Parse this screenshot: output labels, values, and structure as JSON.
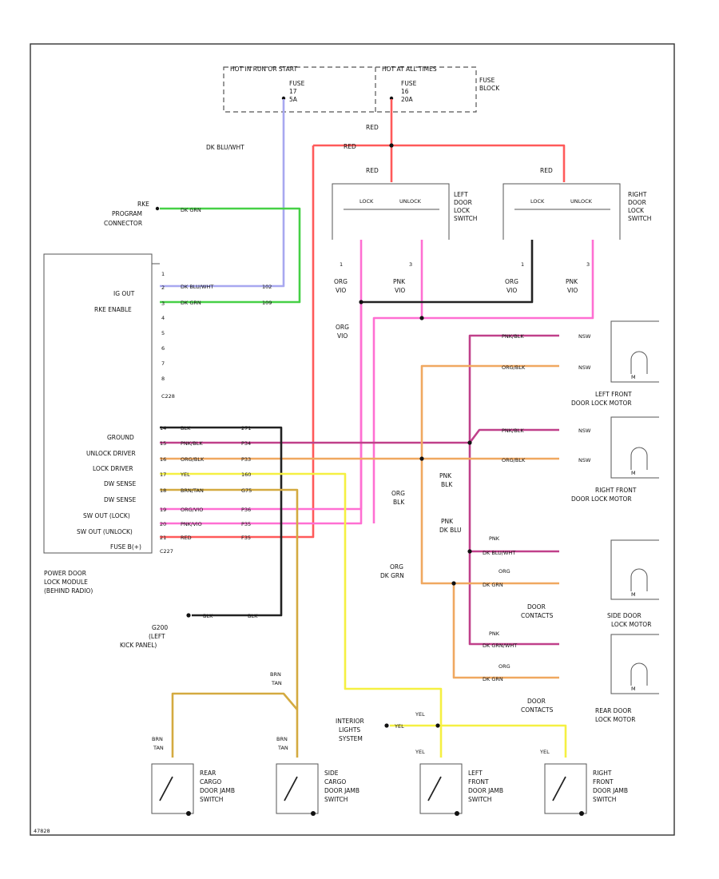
{
  "fuse_block": {
    "hot_run_start": "HOT IN RUN OR START",
    "hot_all_times": "HOT AT ALL TIMES",
    "fuse_17": [
      "FUSE",
      "17",
      "5A"
    ],
    "fuse_16": [
      "FUSE",
      "16",
      "20A"
    ],
    "label": [
      "FUSE",
      "BLOCK"
    ]
  },
  "switches": {
    "left_door_lock": [
      "LEFT",
      "DOOR",
      "LOCK",
      "SWITCH"
    ],
    "right_door_lock": [
      "RIGHT",
      "DOOR",
      "LOCK",
      "SWITCH"
    ],
    "lock": "LOCK",
    "unlock": "UNLOCK",
    "pin1": "1",
    "pin3": "3"
  },
  "rke_connector": [
    "RKE",
    "PROGRAM",
    "CONNECTOR"
  ],
  "module": {
    "upper_pins": [
      "1",
      "2",
      "3",
      "4",
      "5",
      "6",
      "7",
      "8"
    ],
    "upper_labels": {
      "ig_out": "IG OUT",
      "rke_enable": "RKE ENABLE"
    },
    "c_upper": "C228",
    "lower_labels": [
      "GROUND",
      "UNLOCK DRIVER",
      "LOCK DRIVER",
      "DW SENSE",
      "DW SENSE",
      "SW OUT (LOCK)",
      "SW OUT (UNLOCK)",
      "FUSE B(+)"
    ],
    "lower_pins": [
      "14",
      "15",
      "16",
      "17",
      "18",
      "19",
      "20",
      "21"
    ],
    "c_lower": "C227",
    "name": [
      "POWER DOOR",
      "LOCK MODULE",
      "(BEHIND RADIO)"
    ]
  },
  "module_wires": {
    "upper": [
      {
        "color": "DK BLU/WHT",
        "pin": "102"
      },
      {
        "color": "DK GRN",
        "pin": "109"
      }
    ],
    "lower": [
      {
        "color": "BLK",
        "pin": "271"
      },
      {
        "color": "PNK/BLK",
        "pin": "P34"
      },
      {
        "color": "ORG/BLK",
        "pin": "P33"
      },
      {
        "color": "YEL",
        "pin": "160"
      },
      {
        "color": "BRN/TAN",
        "pin": "G75"
      },
      {
        "color": "ORG/VIO",
        "pin": "P36"
      },
      {
        "color": "PNK/VIO",
        "pin": "P35"
      },
      {
        "color": "RED",
        "pin": "F35"
      }
    ]
  },
  "wire_labels": {
    "dk_blu_wht": "DK BLU/WHT",
    "dk_grn": "DK GRN",
    "red": "RED",
    "org": "ORG",
    "pnk": "PNK",
    "vio": "VIO",
    "blk": "BLK",
    "yel": "YEL",
    "brn": "BRN",
    "tan": "TAN",
    "pnk_blk": "PNK/BLK",
    "org_blk": "ORG/BLK",
    "dk_grn_slash": "DK GRN/",
    "org_dk_grn": "DK GRN",
    "pnk_dk_blu": "DK BLU",
    "org_blk_v": "BLK",
    "pnk_blk_v": "BLK",
    "pnk_dk_blu_wire": "DK BLU/WHT",
    "org_dk_grn_wire": "DK GRN",
    "dk_grn_wht": "DK GRN/WHT",
    "dk_grn_wire2": "DK GRN",
    "nsw": "NSW"
  },
  "motors": {
    "left_front": [
      "LEFT FRONT",
      "DOOR LOCK MOTOR"
    ],
    "right_front": [
      "RIGHT FRONT",
      "DOOR LOCK MOTOR"
    ],
    "side": [
      "SIDE DOOR",
      "LOCK MOTOR"
    ],
    "rear": [
      "REAR DOOR",
      "LOCK MOTOR"
    ],
    "m": "M"
  },
  "door_contacts": [
    "DOOR",
    "CONTACTS"
  ],
  "ground": {
    "g": "G200",
    "loc": [
      "(LEFT",
      "KICK PANEL)"
    ],
    "blk1": "BLK",
    "blk2": "BLK"
  },
  "interior": [
    "INTERIOR",
    "LIGHTS",
    "SYSTEM"
  ],
  "jamb_switches": [
    [
      "REAR",
      "CARGO",
      "DOOR JAMB",
      "SWITCH"
    ],
    [
      "SIDE",
      "CARGO",
      "DOOR JAMB",
      "SWITCH"
    ],
    [
      "LEFT",
      "FRONT",
      "DOOR JAMB",
      "SWITCH"
    ],
    [
      "RIGHT",
      "FRONT",
      "DOOR JAMB",
      "SWITCH"
    ]
  ],
  "code": "47828",
  "colors": {
    "red": "#ff5a5a",
    "pink": "#ff6fd2",
    "green": "#46d046",
    "blue": "#a8a8f0",
    "orange": "#f0a860",
    "yellow": "#f5f042",
    "tan": "#d4aa40",
    "black": "#222222",
    "violet": "#c0408a"
  }
}
